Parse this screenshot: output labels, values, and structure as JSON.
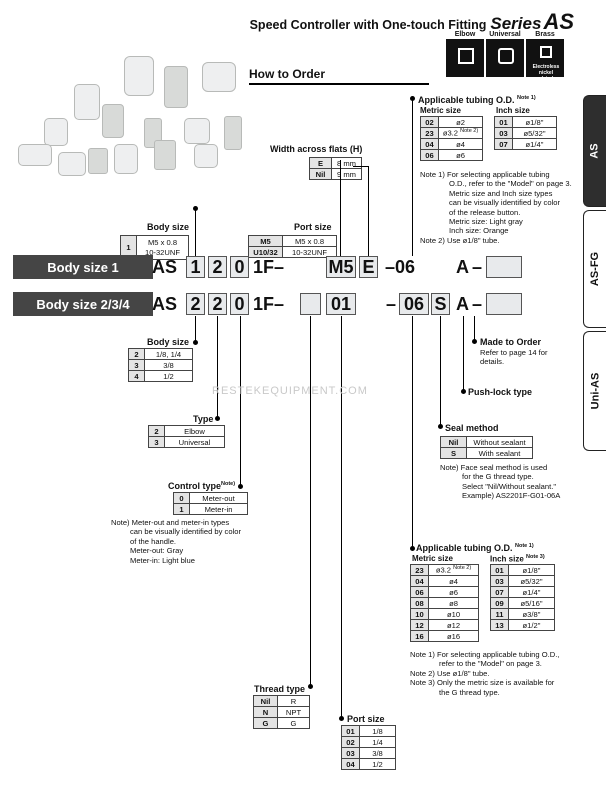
{
  "header": {
    "title": "Speed Controller with One-touch Fitting",
    "series": "Series",
    "model": "AS"
  },
  "icons": [
    {
      "label": "Elbow",
      "icon": "elbow-icon"
    },
    {
      "label": "Universal",
      "icon": "universal-icon"
    },
    {
      "label": "Brass",
      "icon": "brass-icon",
      "caption": "Electroless nickel plated"
    }
  ],
  "sidetabs": [
    "AS",
    "AS-FG",
    "Uni-AS"
  ],
  "how_to_order": "How to Order",
  "width_flats": {
    "title": "Width across flats (H)",
    "rows": [
      [
        "E",
        "8 mm"
      ],
      [
        "Nil",
        "9 mm"
      ]
    ]
  },
  "port_size_top": {
    "title": "Port size",
    "rows": [
      [
        "M5",
        "M5 x 0.8"
      ],
      [
        "U10/32",
        "10-32UNF"
      ]
    ]
  },
  "body_size_top": {
    "title": "Body size",
    "rows": [
      [
        "1",
        "M5 x 0.8\n10-32UNF"
      ]
    ]
  },
  "tubing_top": {
    "title": "Applicable tubing O.D.",
    "note_ref": "Note 1)",
    "metric_h": "Metric size",
    "inch_h": "Inch size",
    "metric": [
      [
        "02",
        "ø2"
      ],
      [
        "23",
        "ø3.2"
      ],
      [
        "04",
        "ø4"
      ],
      [
        "06",
        "ø6"
      ]
    ],
    "metric_note": "Note 2)",
    "inch": [
      [
        "01",
        "ø1/8\""
      ],
      [
        "03",
        "ø5/32\""
      ],
      [
        "07",
        "ø1/4\""
      ]
    ],
    "notes": [
      "Note 1) For selecting applicable tubing",
      "O.D., refer to the \"Model\" on page 3.",
      "Metric size and Inch size types",
      "can be visually identified by color",
      "of the release button.",
      "Metric size: Light gray",
      "Inch size: Orange",
      "Note 2) Use ø1/8\" tube."
    ]
  },
  "row1": {
    "band": "Body size 1",
    "prefix": "AS",
    "c1": "1",
    "c2": "2",
    "c3": "0",
    "mid": "1F–",
    "c4": "M5",
    "c5": "E",
    "dash": "–06",
    "c6": "A",
    "dash2": "–"
  },
  "row2": {
    "band": "Body size 2/3/4",
    "prefix": "AS",
    "c1": "2",
    "c2": "2",
    "c3": "0",
    "mid": "1F–",
    "c4": "01",
    "dash": "–",
    "c5": "06",
    "c6": "S",
    "c7": "A",
    "dash2": "–"
  },
  "body_size_bot": {
    "title": "Body size",
    "rows": [
      [
        "2",
        "1/8, 1/4"
      ],
      [
        "3",
        "3/8"
      ],
      [
        "4",
        "1/2"
      ]
    ]
  },
  "made_to_order": {
    "title": "Made to Order",
    "text": [
      "Refer to page 14 for",
      "details."
    ]
  },
  "push_lock": "Push-lock type",
  "type": {
    "title": "Type",
    "rows": [
      [
        "2",
        "Elbow"
      ],
      [
        "3",
        "Universal"
      ]
    ]
  },
  "seal": {
    "title": "Seal method",
    "rows": [
      [
        "Nil",
        "Without sealant"
      ],
      [
        "S",
        "With sealant"
      ]
    ],
    "notes": [
      "Note) Face seal method is used",
      "for the G thread type.",
      "Select \"Nil/Without sealant.\"",
      "Example) AS2201F-G01-06A"
    ]
  },
  "control": {
    "title": "Control type",
    "note_ref": "Note)",
    "rows": [
      [
        "0",
        "Meter-out"
      ],
      [
        "1",
        "Meter-in"
      ]
    ],
    "notes": [
      "Note) Meter-out and meter-in types",
      "can be visually identified by color",
      "of the handle.",
      "Meter-out: Gray",
      "Meter-in: Light blue"
    ]
  },
  "tubing_bot": {
    "title": "Applicable tubing O.D.",
    "note_ref": "Note 1)",
    "metric_h": "Metric size",
    "inch_h": "Inch size",
    "inch_note": "Note 3)",
    "metric": [
      [
        "23",
        "ø3.2"
      ],
      [
        "04",
        "ø4"
      ],
      [
        "06",
        "ø6"
      ],
      [
        "08",
        "ø8"
      ],
      [
        "10",
        "ø10"
      ],
      [
        "12",
        "ø12"
      ],
      [
        "16",
        "ø16"
      ]
    ],
    "metric_note": "Note 2)",
    "inch": [
      [
        "01",
        "ø1/8\""
      ],
      [
        "03",
        "ø5/32\""
      ],
      [
        "07",
        "ø1/4\""
      ],
      [
        "09",
        "ø5/16\""
      ],
      [
        "11",
        "ø3/8\""
      ],
      [
        "13",
        "ø1/2\""
      ]
    ],
    "notes": [
      "Note 1) For selecting applicable tubing O.D.,",
      "refer to the \"Model\" on page 3.",
      "Note 2) Use ø1/8\" tube.",
      "Note 3) Only the metric size is available for",
      "the G thread type."
    ]
  },
  "thread": {
    "title": "Thread type",
    "rows": [
      [
        "Nil",
        "R"
      ],
      [
        "N",
        "NPT"
      ],
      [
        "G",
        "G"
      ]
    ]
  },
  "port_size_bot": {
    "title": "Port size",
    "rows": [
      [
        "01",
        "1/8"
      ],
      [
        "02",
        "1/4"
      ],
      [
        "03",
        "3/8"
      ],
      [
        "04",
        "1/2"
      ]
    ]
  },
  "watermark": "RESTEKEQUIPMENT.COM"
}
